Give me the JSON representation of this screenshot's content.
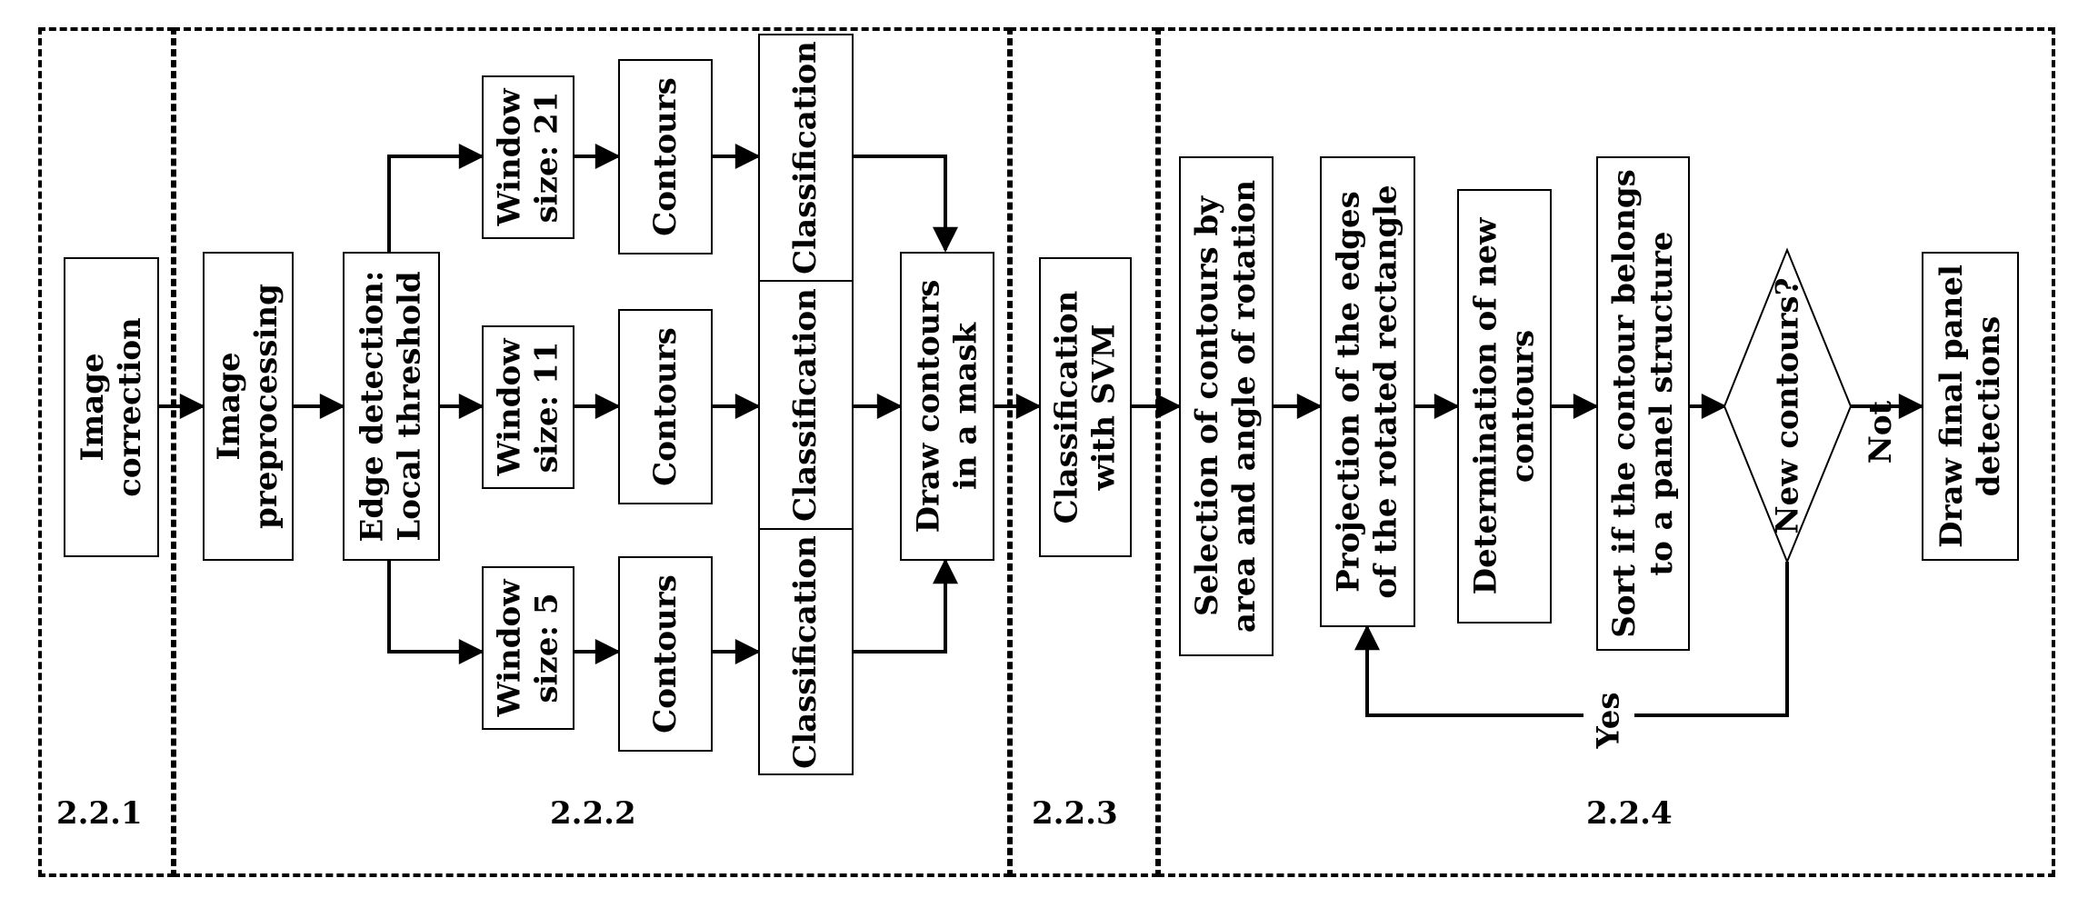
{
  "sections": [
    {
      "id": "2.2.1"
    },
    {
      "id": "2.2.2"
    },
    {
      "id": "2.2.3"
    },
    {
      "id": "2.2.4"
    }
  ],
  "nodes": {
    "image_correction": "Image\ncorrection",
    "image_preprocessing": "Image\npreprocessing",
    "edge_detection": "Edge detection:\nLocal threshold",
    "window_21": "Window\nsize: 21",
    "window_11": "Window\nsize: 11",
    "window_5": "Window\nsize: 5",
    "contours_top": "Contours",
    "contours_mid": "Contours",
    "contours_bot": "Contours",
    "classification_top": "Classification",
    "classification_mid": "Classification",
    "classification_bot": "Classification",
    "draw_contours_mask": "Draw contours\nin a mask",
    "classification_svm": "Classification\nwith SVM",
    "selection_contours": "Selection of contours by\narea and angle of rotation",
    "projection_edges": "Projection of the edges\nof the rotated rectangle",
    "determination_new": "Determination of new\ncontours",
    "sort_contour": "Sort if the contour belongs\nto a panel structure",
    "new_contours_decision": "New contours?",
    "draw_final": "Draw final panel\ndetections"
  },
  "edge_labels": {
    "not": "Not",
    "yes": "Yes"
  }
}
